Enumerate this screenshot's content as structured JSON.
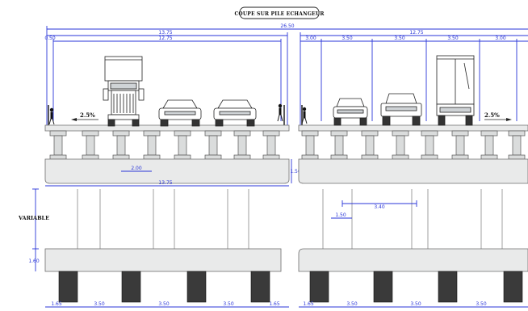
{
  "diagram": {
    "title": "COUPE SUR PILE ECHANGEUR",
    "label_variable": "VARIABLE",
    "slope_left": "2.5%",
    "slope_right": "2.5%",
    "dims": {
      "overall_top": "26.50",
      "left_deck_width": "13.75",
      "left_inner_width": "12.75",
      "left_edge": "0.50",
      "right_deck_width": "12.75",
      "right_lane_a": "3.00",
      "right_lane_b": "3.50",
      "right_lane_c": "3.50",
      "right_lane_d": "3.50",
      "right_lane_e": "3.00",
      "beam_spacing": "2.00",
      "deck_depth": "1.50",
      "left_pier_cap_width": "13.75",
      "right_pile_spacing": "3.40",
      "right_pile_offset": "1.50",
      "footing_height": "1.60",
      "bottom_edge_left": "1.65",
      "bottom_spacing_1": "3.50",
      "bottom_spacing_2": "3.50",
      "bottom_spacing_3": "3.50",
      "bottom_edge_right": "1.65",
      "bottom_r_edge": "1.65",
      "bottom_r_spacing_1": "3.50",
      "bottom_r_spacing_2": "3.50",
      "bottom_r_spacing_3": "3.50"
    }
  }
}
